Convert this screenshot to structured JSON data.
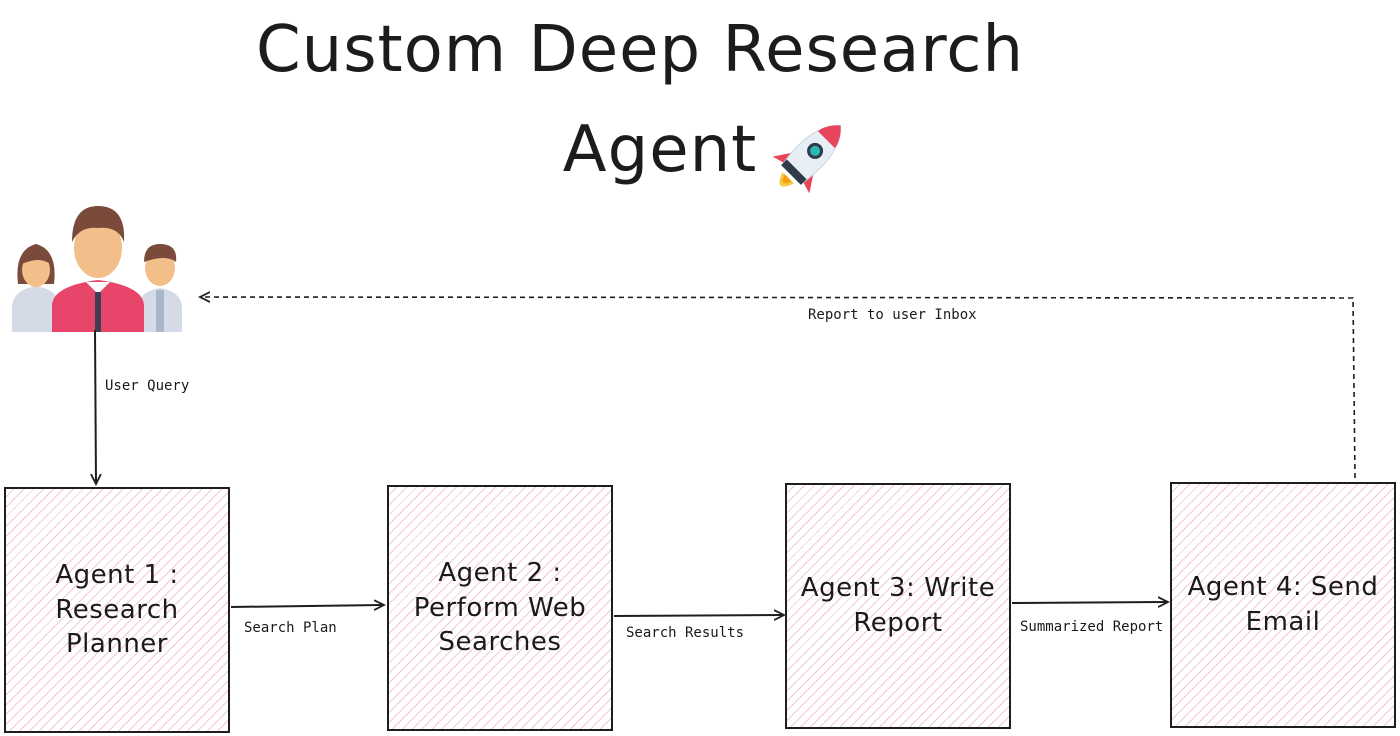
{
  "title": {
    "line1": "Custom Deep Research",
    "line2": "Agent"
  },
  "nodes": [
    {
      "id": "agent-1",
      "label": "Agent 1 :\nResearch\nPlanner"
    },
    {
      "id": "agent-2",
      "label": "Agent 2 :\nPerform Web\nSearches"
    },
    {
      "id": "agent-3",
      "label": "Agent 3: Write\nReport"
    },
    {
      "id": "agent-4",
      "label": "Agent 4: Send\nEmail"
    }
  ],
  "edges": {
    "user_query": "User Query",
    "search_plan": "Search Plan",
    "search_results": "Search Results",
    "summarized_report": "Summarized Report",
    "report_to_inbox": "Report to user Inbox"
  },
  "icons": {
    "users": "users-group-icon",
    "rocket": "rocket-icon"
  },
  "colors": {
    "box_hatch": "#e98296",
    "stroke": "#1e1e1e",
    "background": "#ffffff"
  }
}
